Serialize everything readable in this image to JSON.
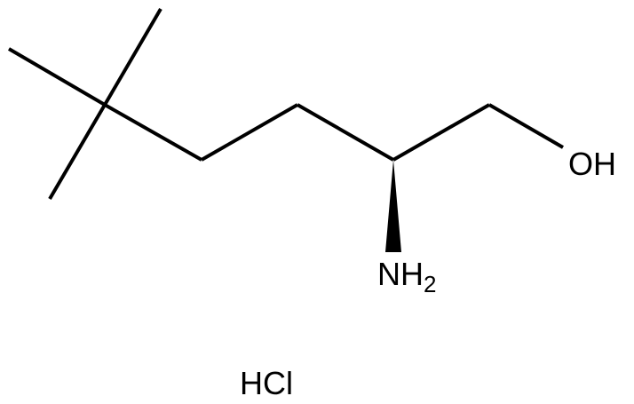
{
  "molecule": {
    "labels": {
      "hydroxyl": "OH",
      "amine_main": "NH",
      "amine_subscript": "2",
      "salt": "HCl"
    }
  },
  "colors": {
    "ink": "#000000",
    "background": "#ffffff"
  }
}
